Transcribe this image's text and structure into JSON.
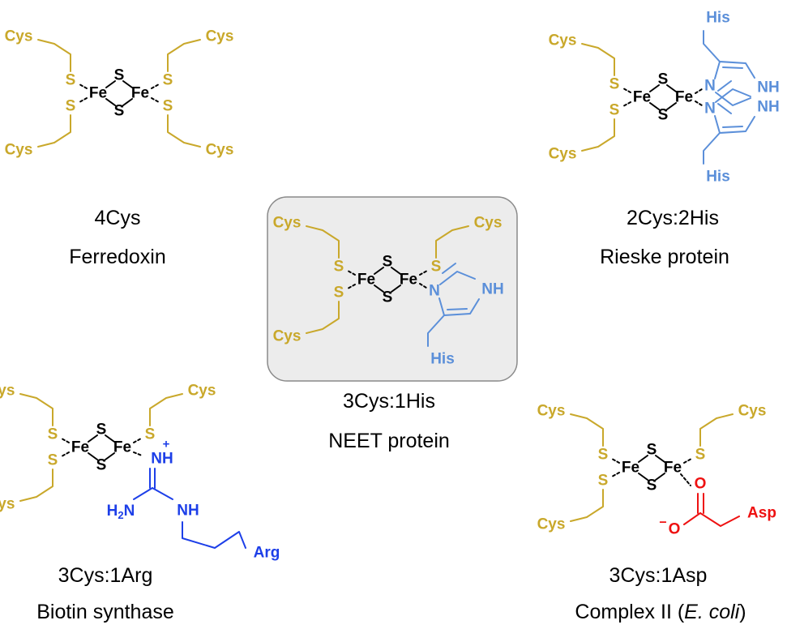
{
  "colors": {
    "cys": "#c9a82b",
    "his": "#5b8fd9",
    "arg": "#1d3fe8",
    "asp": "#ee1111",
    "core": "#000000",
    "highlight_bg": "#ececec",
    "highlight_border": "#8a8a8a"
  },
  "atoms": {
    "fe": "Fe",
    "s": "S",
    "n": "N",
    "nh": "NH",
    "o": "O",
    "cys": "Cys",
    "his": "His",
    "arg": "Arg",
    "asp": "Asp",
    "h2n_h": "H",
    "h2n_sub": "2",
    "h2n_n": "N",
    "nh_plus": "+",
    "o_minus": "−"
  },
  "clusters": [
    {
      "id": "ferredoxin",
      "ligation": "4Cys",
      "protein": "Ferredoxin"
    },
    {
      "id": "neet",
      "ligation": "3Cys:1His",
      "protein": "NEET protein"
    },
    {
      "id": "rieske",
      "ligation": "2Cys:2His",
      "protein": "Rieske protein"
    },
    {
      "id": "biotin",
      "ligation": "3Cys:1Arg",
      "protein": "Biotin synthase"
    },
    {
      "id": "complex2",
      "ligation": "3Cys:1Asp",
      "protein_prefix": "Complex II (",
      "protein_italic": "E. coli",
      "protein_suffix": ")"
    }
  ]
}
